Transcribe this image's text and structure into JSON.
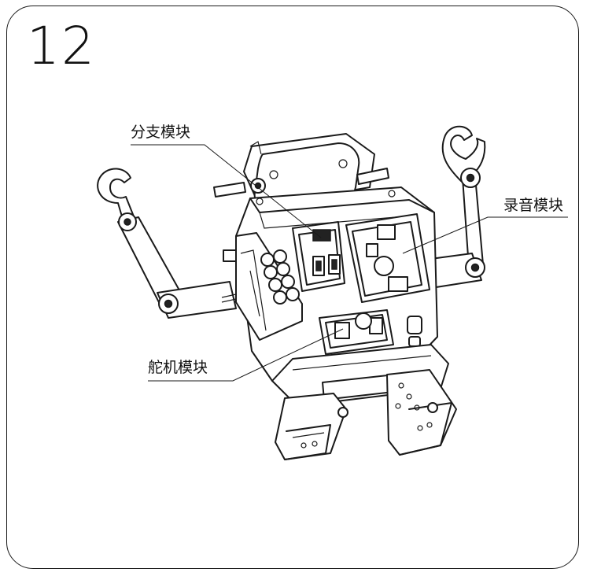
{
  "step": {
    "number": "12"
  },
  "callouts": {
    "branch_module": "分支模块",
    "recording_module": "录音模块",
    "servo_module": "舵机模块"
  }
}
